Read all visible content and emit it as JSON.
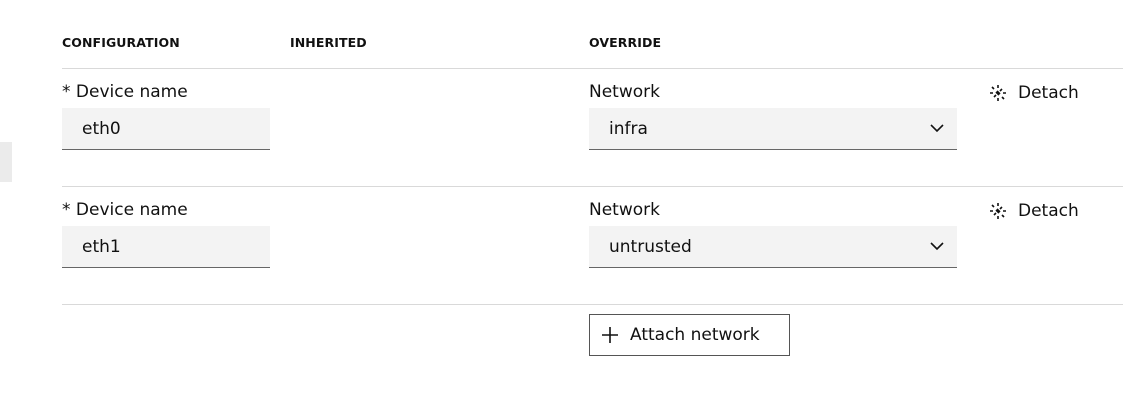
{
  "columns": {
    "configuration": "CONFIGURATION",
    "inherited": "INHERITED",
    "override": "OVERRIDE"
  },
  "rows": [
    {
      "device_label": "* Device name",
      "device_value": "eth0",
      "network_label": "Network",
      "network_value": "infra",
      "detach_label": "Detach"
    },
    {
      "device_label": "* Device name",
      "device_value": "eth1",
      "network_label": "Network",
      "network_value": "untrusted",
      "detach_label": "Detach"
    }
  ],
  "attach_label": "Attach network"
}
